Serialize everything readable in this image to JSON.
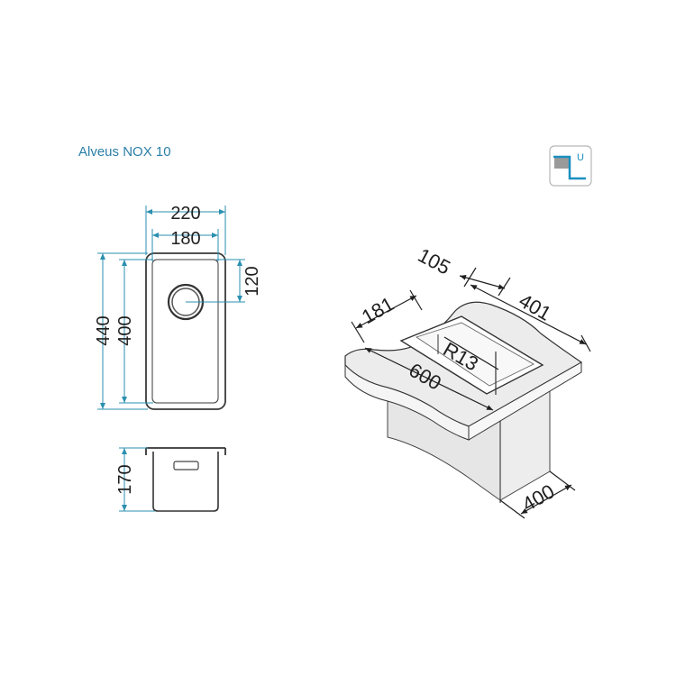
{
  "title": "Alveus NOX 10",
  "icon": {
    "name": "undermount-install-icon",
    "letter": "U",
    "accent": "#1a8fc0"
  },
  "colors": {
    "dimension_teal": "#2a8fb0",
    "line_dark": "#1f1f1f",
    "fill_grey": "#e6e6e6"
  },
  "front_view": {
    "width_outer": "220",
    "width_inner": "180",
    "length_outer": "440",
    "length_inner": "400",
    "drain_offset": "120"
  },
  "side_view": {
    "depth": "170"
  },
  "iso_view": {
    "d105": "105",
    "d181": "181",
    "d401": "401",
    "d600": "600",
    "radius": "R13",
    "d400": "400"
  }
}
